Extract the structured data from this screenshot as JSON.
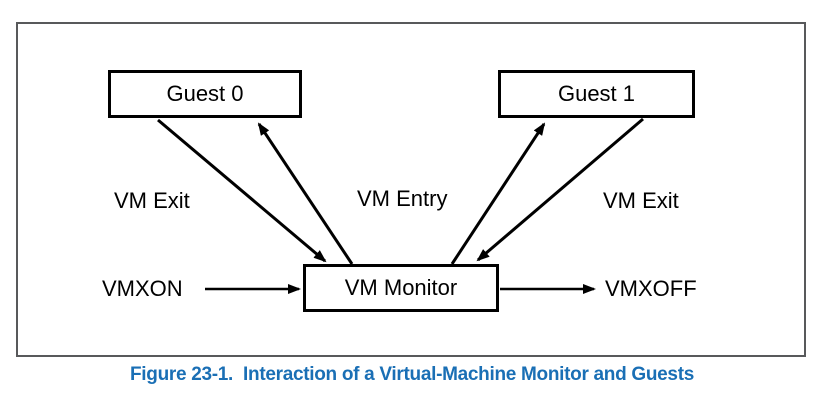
{
  "figure": {
    "label": "Figure 23-1.",
    "title": "Interaction of a Virtual-Machine Monitor and Guests",
    "caption_color": "#1a6fb5"
  },
  "diagram": {
    "nodes": {
      "guest0": "Guest 0",
      "guest1": "Guest 1",
      "vm_monitor": "VM Monitor"
    },
    "edge_labels": {
      "vm_exit_left": "VM Exit",
      "vm_entry": "VM Entry",
      "vm_exit_right": "VM Exit"
    },
    "instructions": {
      "vmxon": "VMXON",
      "vmxoff": "VMXOFF"
    },
    "colors": {
      "line": "#000000",
      "box_border": "#000000",
      "panel_border": "#58595b",
      "background": "#ffffff",
      "text": "#000000"
    }
  }
}
